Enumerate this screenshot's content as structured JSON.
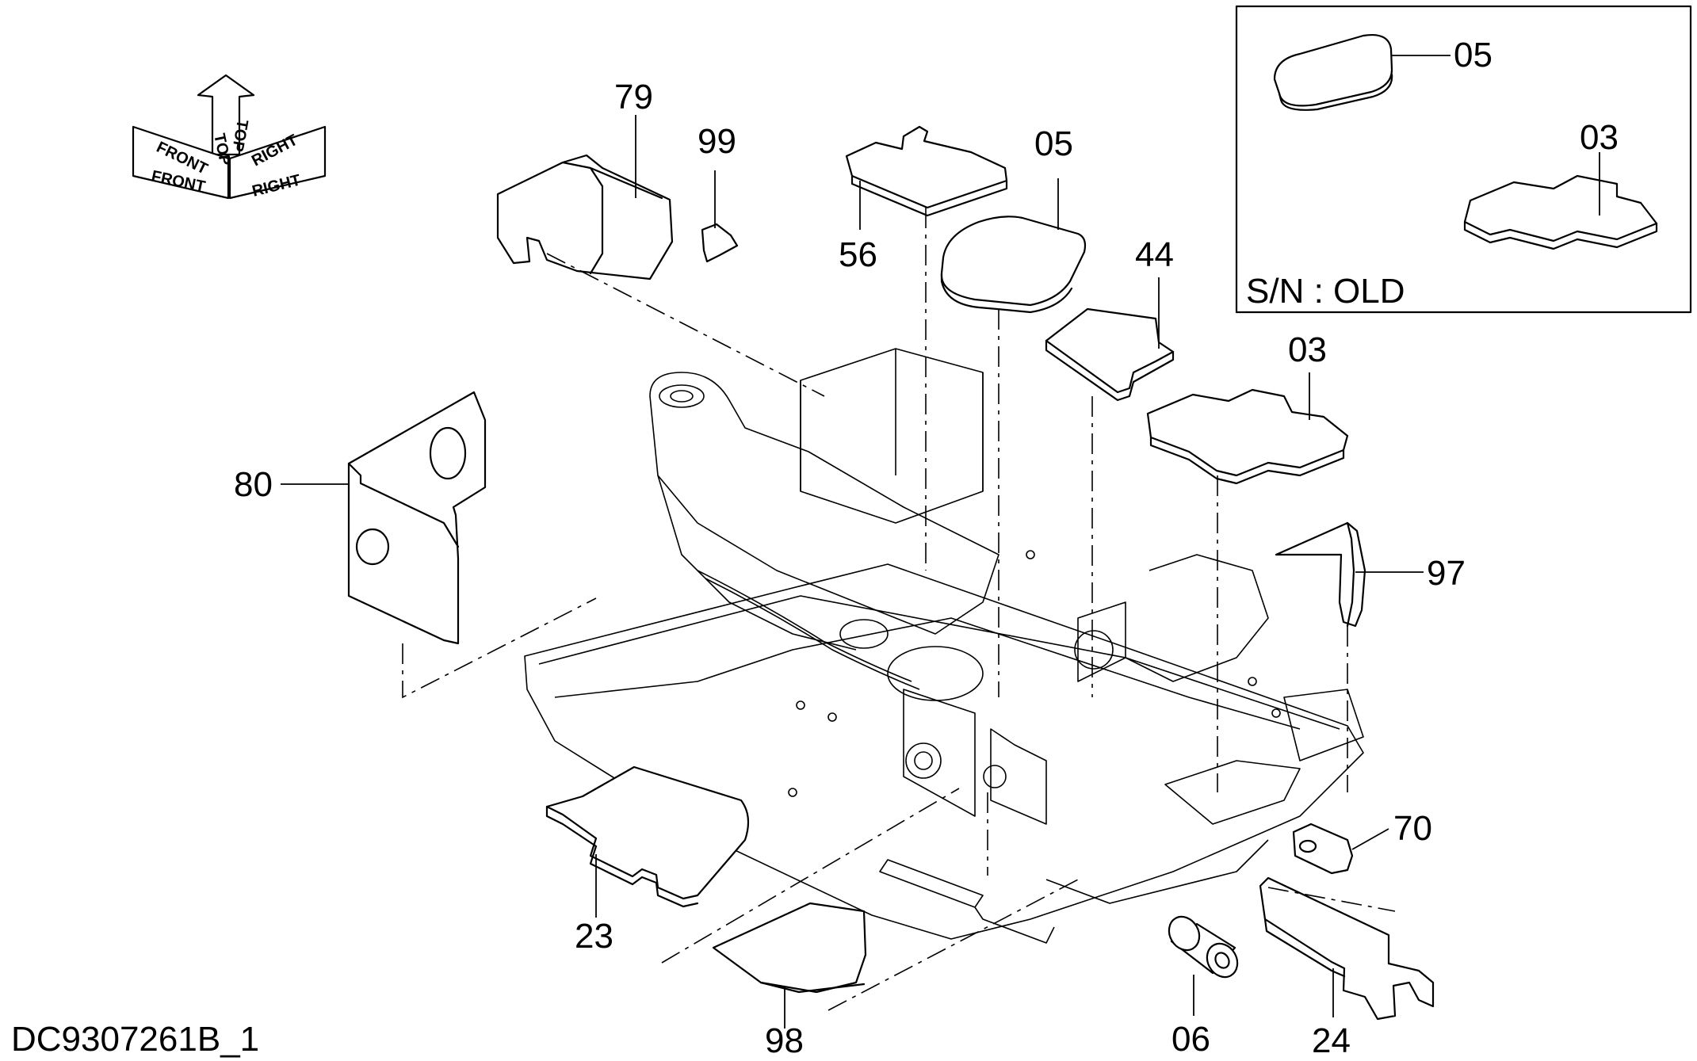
{
  "drawing_id": "DC9307261B_1",
  "inset_note": "S/N : OLD",
  "orientation": {
    "front": "FRONT",
    "top": "TOP",
    "right": "RIGHT"
  },
  "callouts": {
    "c79": "79",
    "c99": "99",
    "c56": "56",
    "c05": "05",
    "c44": "44",
    "c03": "03",
    "c80": "80",
    "c97": "97",
    "c70": "70",
    "c23": "23",
    "c98": "98",
    "c06": "06",
    "c24": "24",
    "inset05": "05",
    "inset03": "03"
  }
}
